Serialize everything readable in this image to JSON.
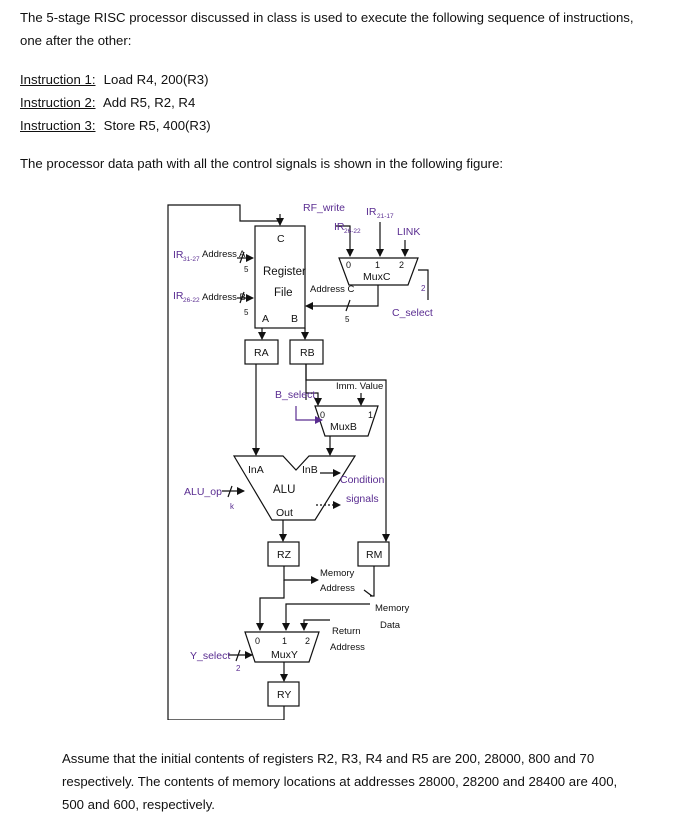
{
  "intro": {
    "line1": "The 5-stage RISC processor discussed in class is used to execute the following sequence of instructions,",
    "line2": "one after the other:"
  },
  "instructions": [
    {
      "label": "Instruction 1:",
      "text": "Load R4, 200(R3)"
    },
    {
      "label": "Instruction 2:",
      "text": "Add R5, R2, R4"
    },
    {
      "label": "Instruction 3:",
      "text": "Store R5, 400(R3)"
    }
  ],
  "figure_caption": "The processor data path with all the control signals is shown in the following figure:",
  "diagram": {
    "rf_write": "RF_write",
    "ir21_17_main": "IR",
    "ir21_17_sub": "21-17",
    "ir26_22_main": "IR",
    "ir26_22_sub": "26-22",
    "link": "LINK",
    "c_port": "C",
    "register_line1": "Register",
    "register_line2": "File",
    "port_a": "A",
    "port_b": "B",
    "ir31_27_main": "IR",
    "ir31_27_sub": "31-27",
    "address_a": "Address A",
    "address_b": "Address B",
    "ir26_22b_main": "IR",
    "ir26_22b_sub": "26-22",
    "address_c": "Address C",
    "five_a": "5",
    "five_b": "5",
    "five_c": "5",
    "muxc": "MuxC",
    "muxc_0": "0",
    "muxc_1": "1",
    "muxc_2": "2",
    "two_c": "2",
    "c_select": "C_select",
    "ra": "RA",
    "rb": "RB",
    "imm_value": "Imm. Value",
    "b_select": "B_select",
    "muxb": "MuxB",
    "muxb_0": "0",
    "muxb_1": "1",
    "ina": "InA",
    "inb": "InB",
    "alu": "ALU",
    "out": "Out",
    "alu_op": "ALU_op",
    "k": "k",
    "condition_line1": "Condition",
    "condition_line2": "signals",
    "rz": "RZ",
    "rm": "RM",
    "memory_address_line1": "Memory",
    "memory_address_line2": "Address",
    "memory_data_line1": "Memory",
    "memory_data_line2": "Data",
    "return_address_line1": "Return",
    "return_address_line2": "Address",
    "muxy": "MuxY",
    "muxy_0": "0",
    "muxy_1": "1",
    "muxy_2": "2",
    "y_select": "Y_select",
    "two_y": "2",
    "ry": "RY"
  },
  "assumption": {
    "line1": "Assume that the initial contents of registers R2, R3, R4 and R5 are 200, 28000, 800 and 70",
    "line2": "respectively. The contents of memory locations at addresses 28000, 28200 and 28400 are 400,",
    "line3": "500 and 600, respectively."
  },
  "colors": {
    "signal_purple": "#5a2d91",
    "line": "#111111"
  }
}
